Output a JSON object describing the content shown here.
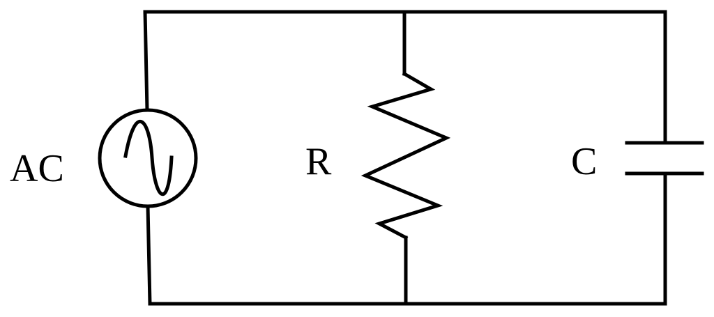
{
  "diagram": {
    "type": "circuit",
    "components": [
      {
        "id": "source",
        "kind": "ac-source",
        "label": "AC"
      },
      {
        "id": "resistor",
        "kind": "resistor",
        "label": "R"
      },
      {
        "id": "capacitor",
        "kind": "capacitor",
        "label": "C"
      }
    ],
    "connection": "parallel"
  }
}
